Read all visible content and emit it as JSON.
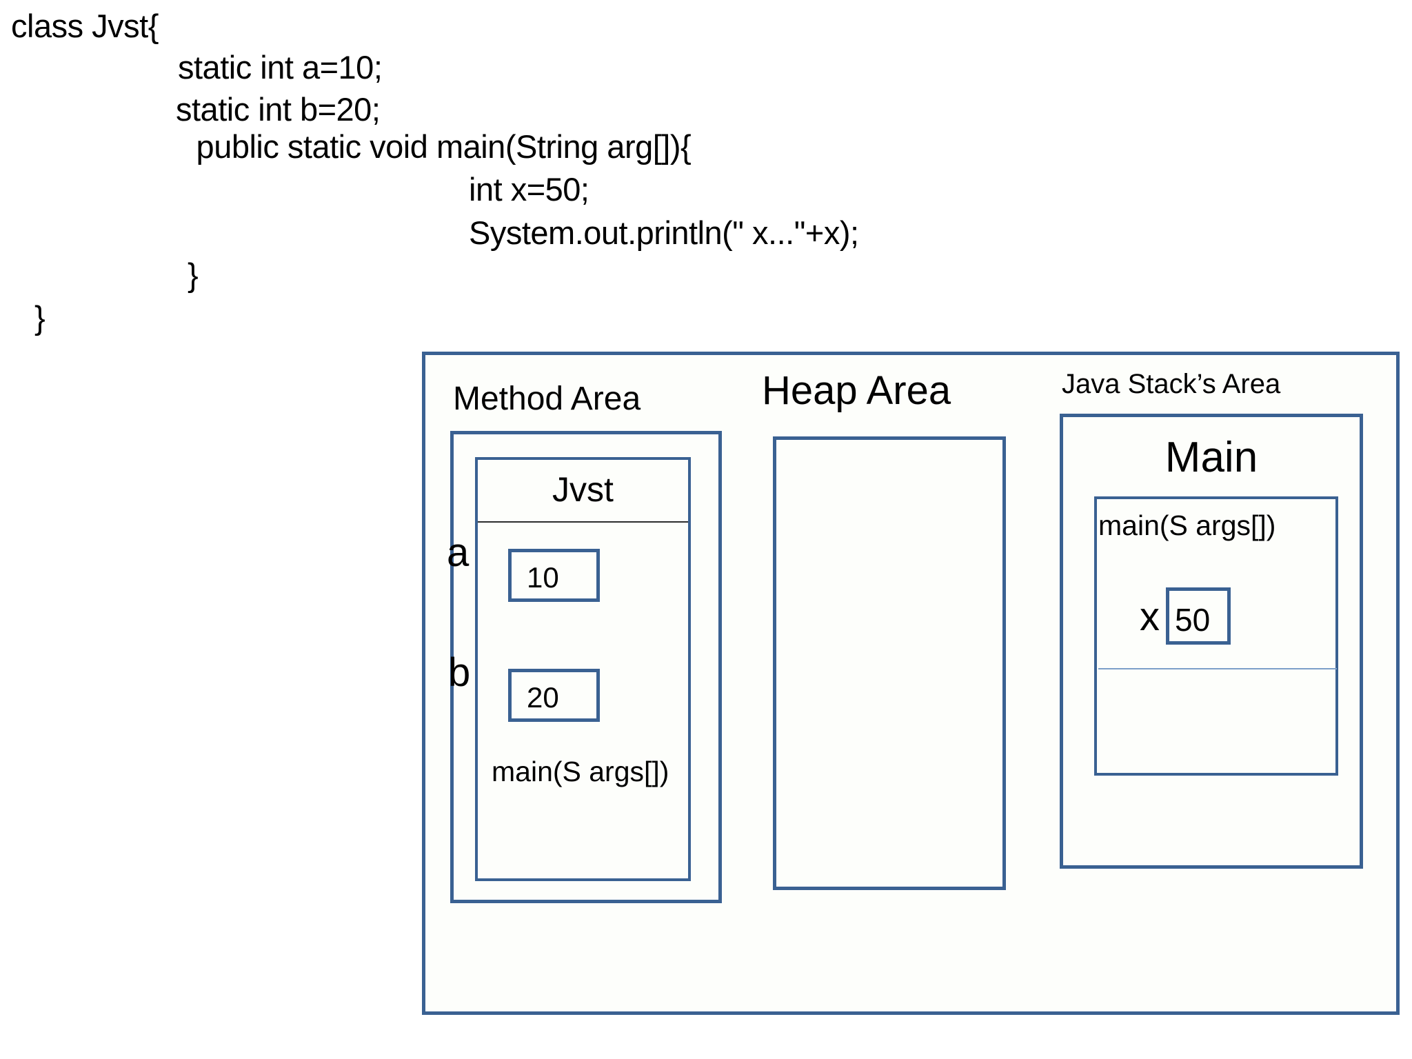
{
  "code": {
    "lines": [
      "class Jvst{",
      "static int a=10;",
      "static int b=20;",
      " public static void main(String arg[]){",
      "int x=50;",
      "System.out.println(\" x...\"+x);",
      "}",
      "}"
    ]
  },
  "diagram": {
    "method_area": {
      "title": "Method Area",
      "class_name": "Jvst",
      "fields": [
        {
          "label": "a",
          "value": "10"
        },
        {
          "label": "b",
          "value": "20"
        }
      ],
      "method_signature": "main(S args[])"
    },
    "heap_area": {
      "title": "Heap Area"
    },
    "stack_area": {
      "title": "Java Stack’s Area",
      "frame_title": "Main",
      "frame_signature": "main(S args[])",
      "locals": [
        {
          "label": "x",
          "value": "50"
        }
      ]
    },
    "colors": {
      "border": "#3A6192",
      "fill": "#FDFEFB",
      "divider_dark": "#2C2C2C",
      "divider_light": "#7C9FC9",
      "text": "#000000"
    }
  }
}
